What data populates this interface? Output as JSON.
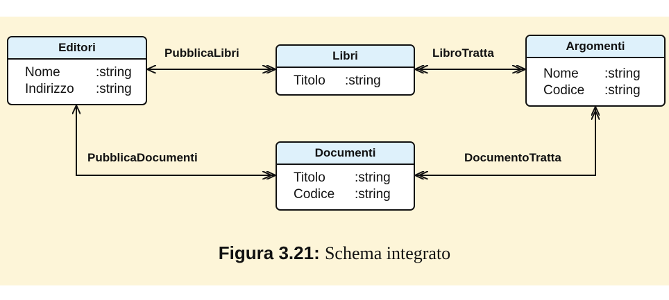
{
  "entities": [
    {
      "id": "editori",
      "name": "Editori",
      "attributes": [
        {
          "name": "Nome",
          "type": ":string"
        },
        {
          "name": "Indirizzo",
          "type": ":string"
        }
      ]
    },
    {
      "id": "libri",
      "name": "Libri",
      "attributes": [
        {
          "name": "Titolo",
          "type": ":string"
        }
      ]
    },
    {
      "id": "argomenti",
      "name": "Argomenti",
      "attributes": [
        {
          "name": "Nome",
          "type": ":string"
        },
        {
          "name": "Codice",
          "type": ":string"
        }
      ]
    },
    {
      "id": "documenti",
      "name": "Documenti",
      "attributes": [
        {
          "name": "Titolo",
          "type": ":string"
        },
        {
          "name": "Codice",
          "type": ":string"
        }
      ]
    }
  ],
  "relationships": [
    {
      "id": "pubblica-libri",
      "label": "PubblicaLibri"
    },
    {
      "id": "libro-tratta",
      "label": "LibroTratta"
    },
    {
      "id": "pubblica-documenti",
      "label": "PubblicaDocumenti"
    },
    {
      "id": "documento-tratta",
      "label": "DocumentoTratta"
    }
  ],
  "caption": {
    "number": "Figura 3.21:",
    "text": "Schema integrato"
  },
  "colors": {
    "background": "#fdf5d8",
    "header": "#def1fb",
    "stroke": "#111111"
  }
}
